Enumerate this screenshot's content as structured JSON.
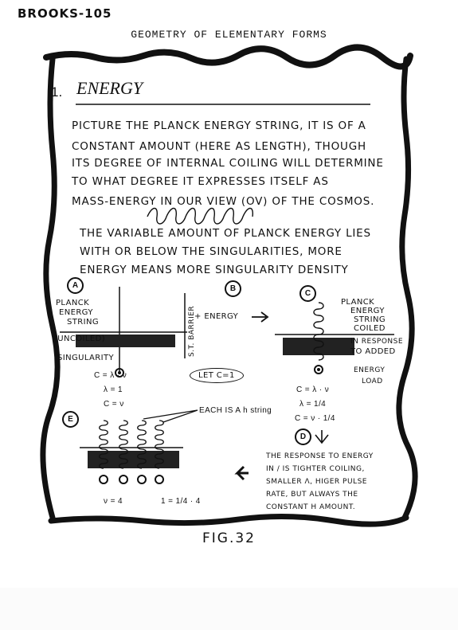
{
  "header": {
    "top_label": "BROOKS-105",
    "book_title": "GEOMETRY OF ELEMENTARY FORMS"
  },
  "section": {
    "number": "1.",
    "title": "ENERGY"
  },
  "body_lines": [
    "PICTURE THE PLANCK ENERGY STRING, IT IS OF A",
    "CONSTANT AMOUNT (here as length), THOUGH",
    "ITS DEGREE OF INTERNAL COILING WILL DETERMINE",
    "TO WHAT DEGREE IT EXPRESSES ITSELF AS",
    "MASS-ENERGY IN OUR VIEW (OV) OF THE COSMOS.",
    "THE VARIABLE AMOUNT OF PLANCK ENERGY LIES",
    "WITH OR BELOW THE SINGULARITIES, MORE",
    "ENERGY MEANS MORE SINGULARITY DENSITY"
  ],
  "diagram": {
    "label_a": "A",
    "label_b": "B",
    "label_c": "C",
    "label_d": "D",
    "label_e": "E",
    "planck_lines": [
      "PLANCK",
      "ENERGY",
      "STRING"
    ],
    "uncoiled": "(UNCOILED)",
    "singularity": "SINGULARITY",
    "st_barrier": "S.T. BARRIER",
    "plus_energy": "+ ENERGY",
    "eq_a": [
      "C = λ · ν",
      "λ = 1",
      "C = ν"
    ],
    "let_c": "LET C=1",
    "planck_coiled_lines": [
      "PLANCK",
      "ENERGY",
      "STRING",
      "COILED"
    ],
    "response_lines": [
      "IN RESPONSE",
      "TO ADDED",
      "ENERGY",
      "LOAD"
    ],
    "eq_c": [
      "C = λ · ν",
      "λ = 1/4",
      "C = ν · 1/4"
    ],
    "each_is": "EACH IS A h string",
    "eq_e": [
      "ν = 4",
      "1 = 1/4 · 4"
    ],
    "response_text": [
      "THE RESPONSE TO ENERGY",
      "IN / IS TIGHTER COILING,",
      "SMALLER λ, HIGER PULSE",
      "RATE, BUT ALWAYS THE",
      "CONSTANT h AMOUNT."
    ]
  },
  "figure_caption": "FIG.32"
}
